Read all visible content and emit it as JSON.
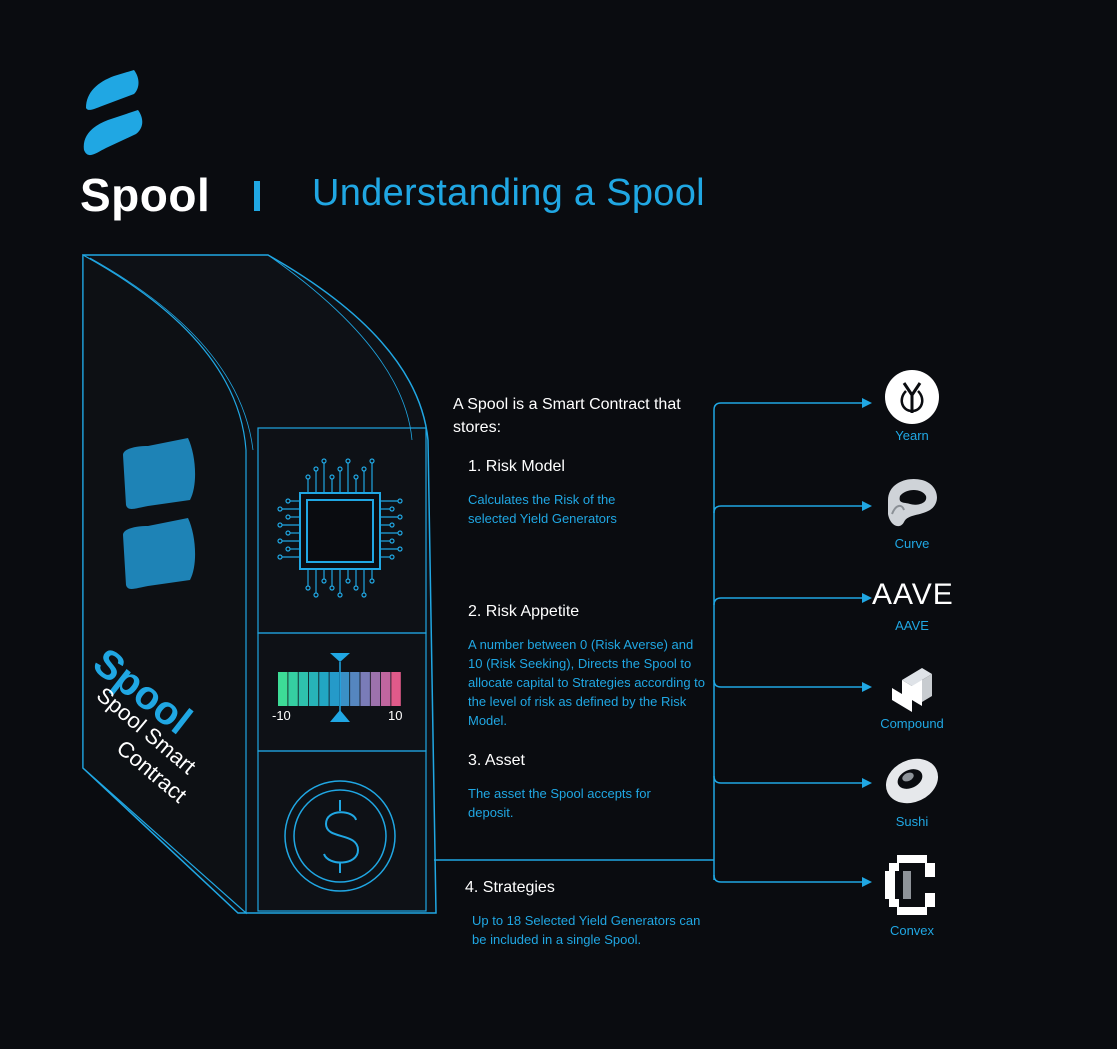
{
  "header": {
    "brand": "Spool",
    "title": "Understanding a Spool"
  },
  "device": {
    "brand": "Spool",
    "label_line1": "Spool Smart",
    "label_line2": "Contract",
    "meter_min": "-10",
    "meter_max": "10",
    "meter_colors": [
      "#3ddc97",
      "#35cfa2",
      "#2ec1ad",
      "#27b3b8",
      "#22a6c3",
      "#259ac9",
      "#3a90c6",
      "#5586bf",
      "#7a7cb8",
      "#9d72ad",
      "#c0669f",
      "#e05a8a"
    ]
  },
  "content": {
    "intro": "A Spool is a Smart Contract that stores:",
    "sections": [
      {
        "heading": "1. Risk Model",
        "text": "Calculates the Risk of the selected Yield Generators"
      },
      {
        "heading": "2. Risk Appetite",
        "text": "A number between 0 (Risk Averse) and 10 (Risk Seeking), Directs the Spool to allocate capital to Strategies according to the level of risk as defined by the Risk Model."
      },
      {
        "heading": "3. Asset",
        "text": "The asset the Spool accepts for deposit."
      },
      {
        "heading": "4. Strategies",
        "text": "Up to 18 Selected Yield Generators can be included in a single Spool."
      }
    ]
  },
  "protocols": [
    {
      "name": "Yearn",
      "icon": "yearn-icon"
    },
    {
      "name": "Curve",
      "icon": "curve-icon"
    },
    {
      "name": "AAVE",
      "icon": "aave-icon",
      "wordmark": "AAVE"
    },
    {
      "name": "Compound",
      "icon": "compound-icon"
    },
    {
      "name": "Sushi",
      "icon": "sushi-icon"
    },
    {
      "name": "Convex",
      "icon": "convex-icon"
    }
  ],
  "colors": {
    "accent": "#20a7e3",
    "background": "#0a0c10",
    "text": "#ffffff"
  }
}
